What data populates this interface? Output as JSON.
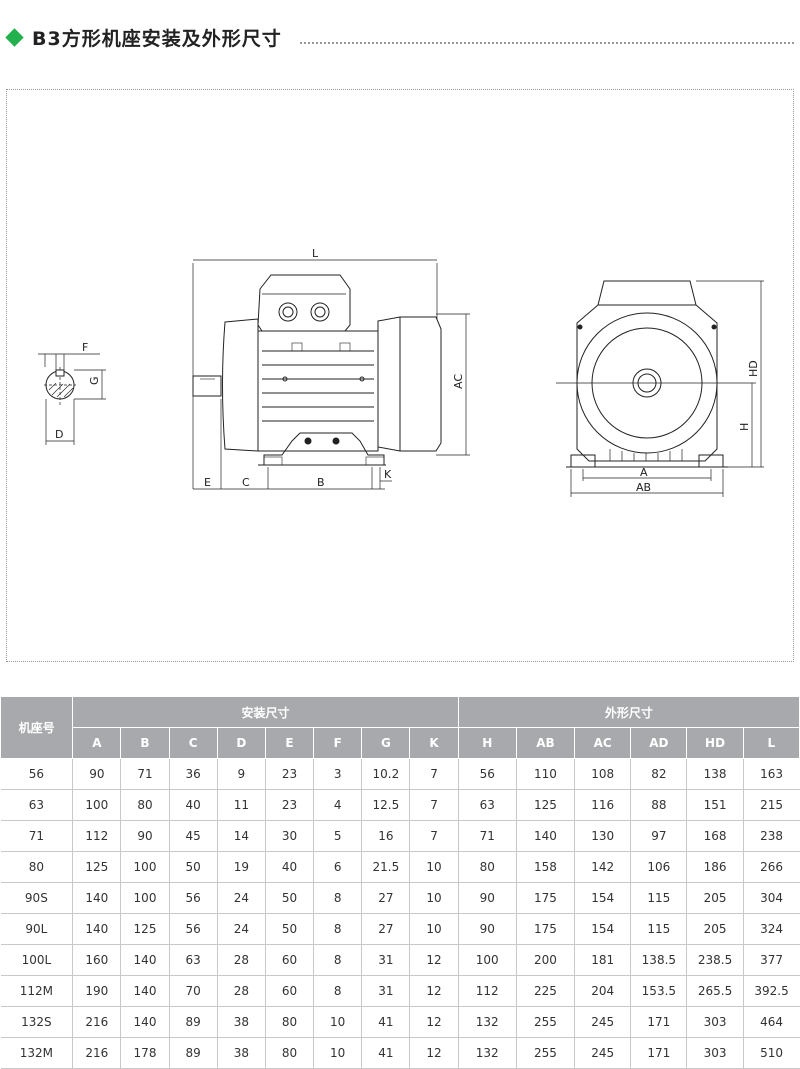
{
  "title": "B3方形机座安装及外形尺寸",
  "drawing_labels": {
    "L": "L",
    "AC": "AC",
    "E": "E",
    "C": "C",
    "B": "B",
    "K": "K",
    "F": "F",
    "G": "G",
    "D": "D",
    "A": "A",
    "AB": "AB",
    "H": "H",
    "HD": "HD"
  },
  "table": {
    "frame_header": "机座号",
    "group_install": "安装尺寸",
    "group_outline": "外形尺寸",
    "install_columns": [
      "A",
      "B",
      "C",
      "D",
      "E",
      "F",
      "G",
      "K"
    ],
    "outline_columns": [
      "H",
      "AB",
      "AC",
      "AD",
      "HD",
      "L"
    ],
    "rows": [
      [
        "56",
        "90",
        "71",
        "36",
        "9",
        "23",
        "3",
        "10.2",
        "7",
        "56",
        "110",
        "108",
        "82",
        "138",
        "163"
      ],
      [
        "63",
        "100",
        "80",
        "40",
        "11",
        "23",
        "4",
        "12.5",
        "7",
        "63",
        "125",
        "116",
        "88",
        "151",
        "215"
      ],
      [
        "71",
        "112",
        "90",
        "45",
        "14",
        "30",
        "5",
        "16",
        "7",
        "71",
        "140",
        "130",
        "97",
        "168",
        "238"
      ],
      [
        "80",
        "125",
        "100",
        "50",
        "19",
        "40",
        "6",
        "21.5",
        "10",
        "80",
        "158",
        "142",
        "106",
        "186",
        "266"
      ],
      [
        "90S",
        "140",
        "100",
        "56",
        "24",
        "50",
        "8",
        "27",
        "10",
        "90",
        "175",
        "154",
        "115",
        "205",
        "304"
      ],
      [
        "90L",
        "140",
        "125",
        "56",
        "24",
        "50",
        "8",
        "27",
        "10",
        "90",
        "175",
        "154",
        "115",
        "205",
        "324"
      ],
      [
        "100L",
        "160",
        "140",
        "63",
        "28",
        "60",
        "8",
        "31",
        "12",
        "100",
        "200",
        "181",
        "138.5",
        "238.5",
        "377"
      ],
      [
        "112M",
        "190",
        "140",
        "70",
        "28",
        "60",
        "8",
        "31",
        "12",
        "112",
        "225",
        "204",
        "153.5",
        "265.5",
        "392.5"
      ],
      [
        "132S",
        "216",
        "140",
        "89",
        "38",
        "80",
        "10",
        "41",
        "12",
        "132",
        "255",
        "245",
        "171",
        "303",
        "464"
      ],
      [
        "132M",
        "216",
        "178",
        "89",
        "38",
        "80",
        "10",
        "41",
        "12",
        "132",
        "255",
        "245",
        "171",
        "303",
        "510"
      ]
    ]
  }
}
